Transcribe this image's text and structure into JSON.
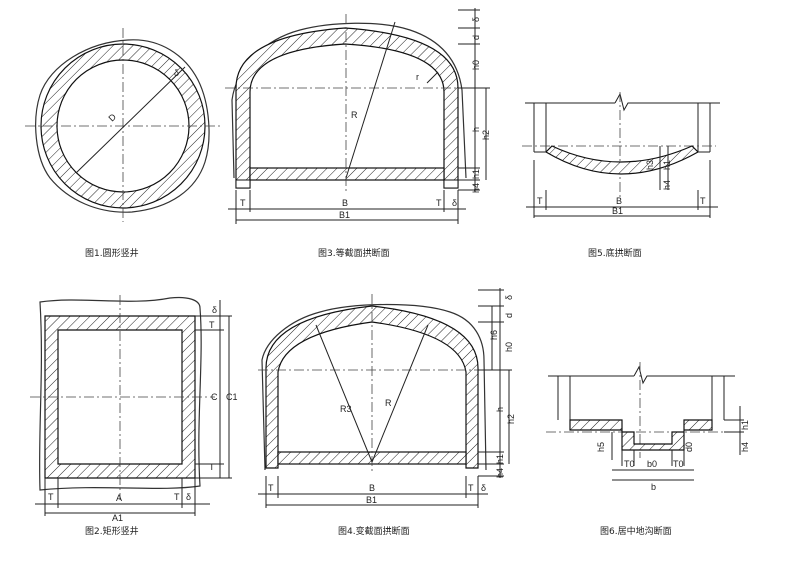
{
  "figures": {
    "fig1": {
      "caption": "图1.圆形竖井",
      "labels": {
        "D": "D",
        "delta": "δ"
      }
    },
    "fig2": {
      "caption": "图2.矩形竖井",
      "labels": {
        "A": "A",
        "A1": "A1",
        "C": "C",
        "C1": "C1",
        "T": "T",
        "delta": "δ"
      }
    },
    "fig3": {
      "caption": "图3.等截面拱断面",
      "labels": {
        "R": "R",
        "r": "r",
        "B": "B",
        "B1": "B1",
        "T": "T",
        "delta": "δ",
        "d": "d",
        "h0": "h0",
        "h": "h",
        "h1": "h1",
        "h2": "h2",
        "h4": "h4"
      }
    },
    "fig4": {
      "caption": "图4.变截面拱断面",
      "labels": {
        "R": "R",
        "R3": "R3",
        "B": "B",
        "B1": "B1",
        "T": "T",
        "delta": "δ",
        "d": "d",
        "h0": "h0",
        "h6": "h6",
        "h": "h",
        "h1": "h1",
        "h2": "h2",
        "h4": "h4"
      }
    },
    "fig5": {
      "caption": "图5.底拱断面",
      "labels": {
        "B": "B",
        "B1": "B1",
        "T": "T",
        "h1": "h1",
        "h3": "h3",
        "h4": "h4"
      }
    },
    "fig6": {
      "caption": "图6.居中地沟断面",
      "labels": {
        "b": "b",
        "b0": "b0",
        "T0": "T0",
        "d0": "d0",
        "h1": "h1",
        "h4": "h4",
        "h5": "h5"
      }
    }
  }
}
